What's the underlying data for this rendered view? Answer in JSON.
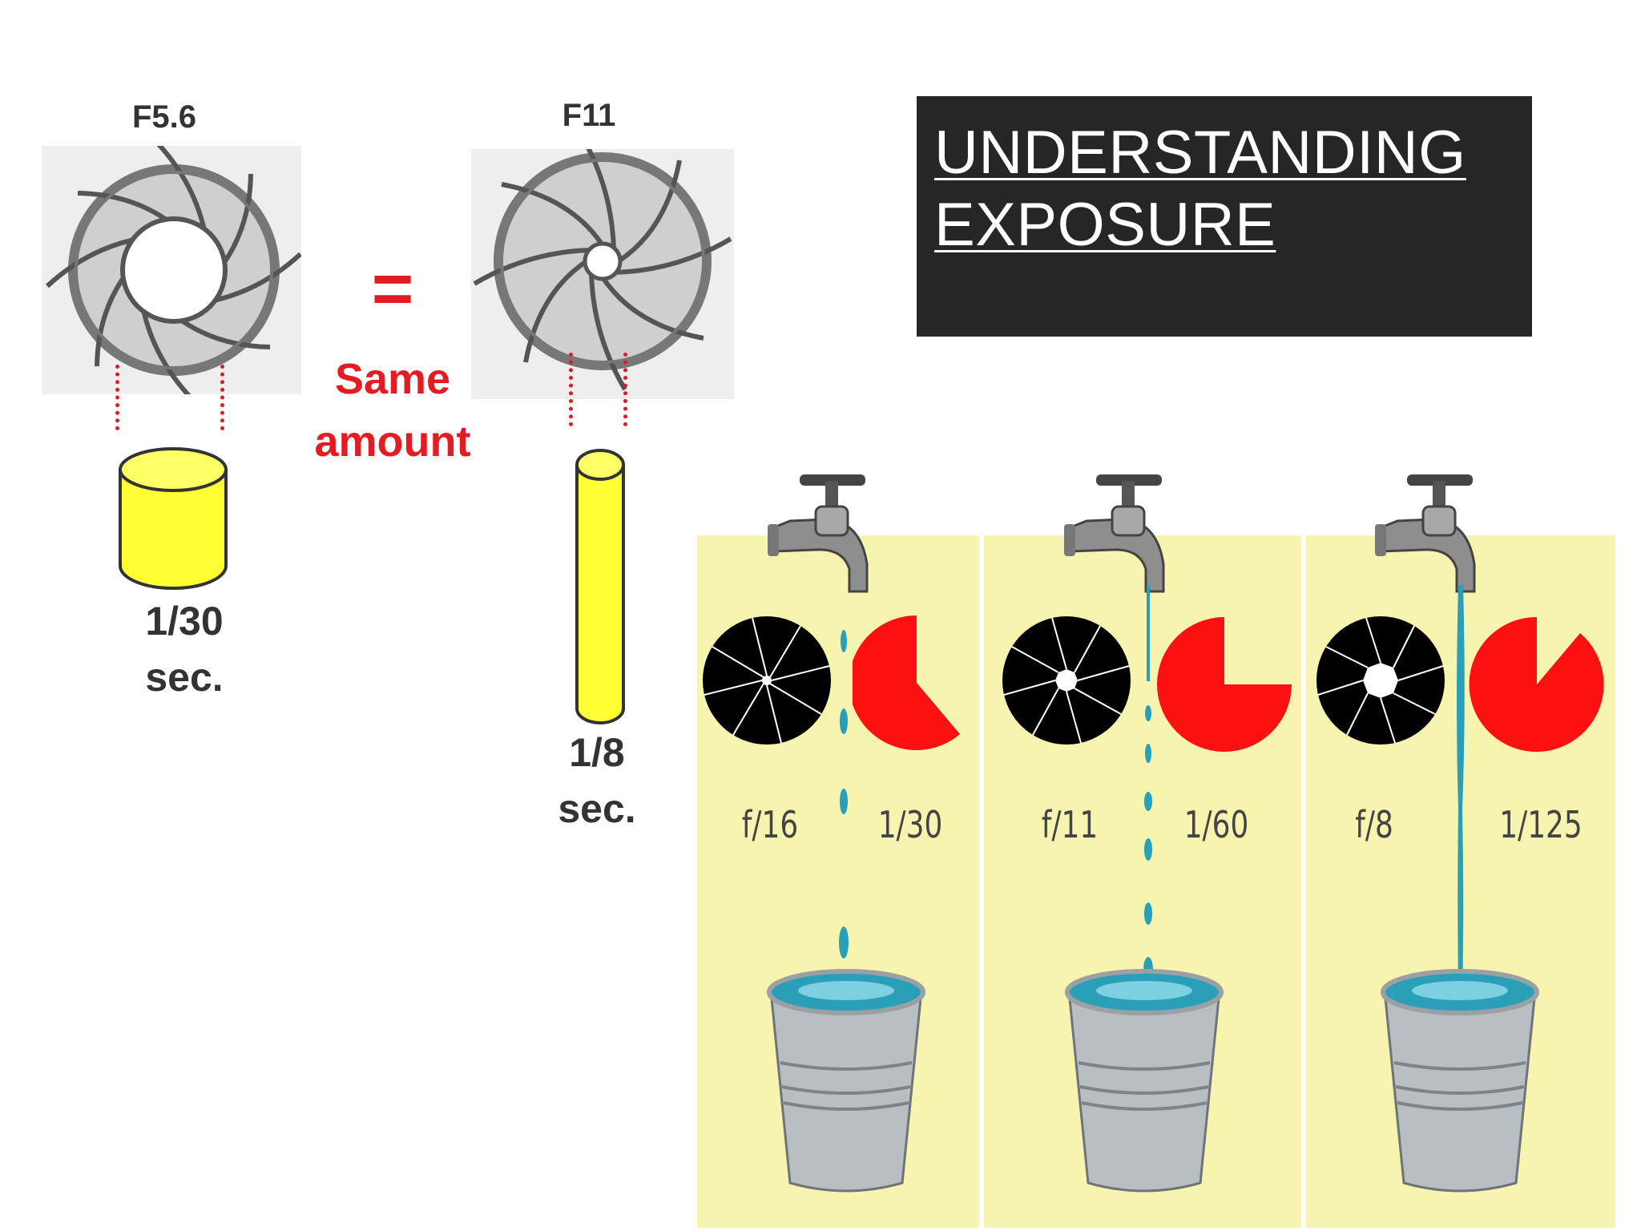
{
  "title": {
    "line1": "UNDERSTANDING",
    "line2": "EXPOSURE"
  },
  "comparison": {
    "left": {
      "aperture": "F5.6",
      "time_value": "1/30",
      "time_unit": "sec."
    },
    "right": {
      "aperture": "F11",
      "time_value": "1/8",
      "time_unit": "sec."
    },
    "equals": "=",
    "same_line1": "Same",
    "same_line2": "amount"
  },
  "water_analogy": {
    "panels": [
      {
        "aperture": "f/16",
        "shutter": "1/30"
      },
      {
        "aperture": "f/11",
        "shutter": "1/60"
      },
      {
        "aperture": "f/8",
        "shutter": "1/125"
      }
    ]
  },
  "colors": {
    "title_bg": "#262626",
    "accent_red": "#e31b23",
    "cylinder_yellow": "#ffff33",
    "panel_yellow": "#f7f4b0",
    "water_blue": "#2a9fb8"
  }
}
